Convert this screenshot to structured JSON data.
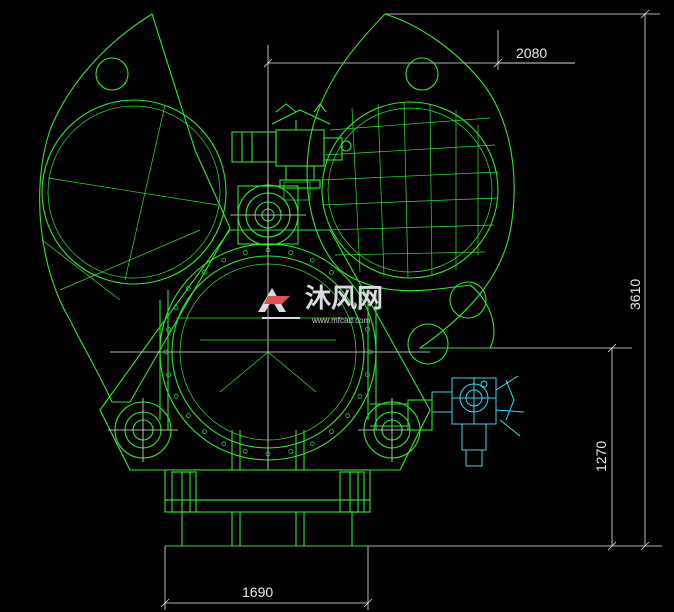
{
  "dimensions": {
    "top_width": "2080",
    "total_height": "3610",
    "actuator_height": "1270",
    "base_width": "1690"
  },
  "watermark": {
    "brand": "沐风网",
    "url": "www.mfcad.com"
  },
  "colors": {
    "background": "#000000",
    "linework": "#2ee62e",
    "dimension": "#e8e8e8",
    "actuator": "#3ad8e8"
  }
}
